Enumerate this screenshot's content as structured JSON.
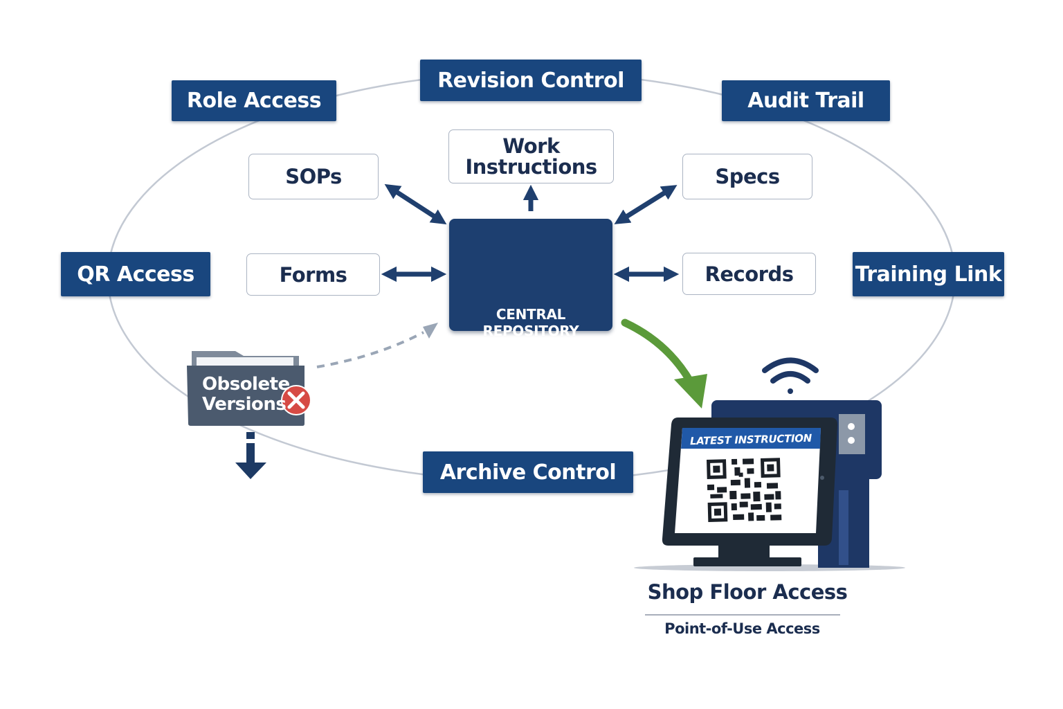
{
  "center": {
    "label": "CENTRAL REPOSITORY"
  },
  "controls": {
    "revision": "Revision Control",
    "role": "Role Access",
    "audit": "Audit Trail",
    "qr": "QR Access",
    "training": "Training Link",
    "archive": "Archive Control"
  },
  "documents": {
    "sops": "SOPs",
    "work_line1": "Work",
    "work_line2": "Instructions",
    "specs": "Specs",
    "forms": "Forms",
    "records": "Records"
  },
  "obsolete": {
    "line1": "Obsolete",
    "line2": "Versions"
  },
  "terminal": {
    "screen_header": "LATEST INSTRUCTION",
    "title": "Shop Floor Access",
    "subtitle": "Point-of-Use Access"
  },
  "colors": {
    "navy": "#19467e",
    "repository": "#1d3f70",
    "arrow": "#1f3f6e",
    "green_arrow": "#5b9a3a",
    "reject": "#d64a44",
    "folder": "#4b5a6e",
    "loop_line": "#c3c9d3"
  },
  "icons": {
    "repository": "server-document-shield-icon",
    "obsolete": "folder-reject-icon",
    "terminal": "monitor-qr-code-icon",
    "wifi": "wifi-icon"
  }
}
